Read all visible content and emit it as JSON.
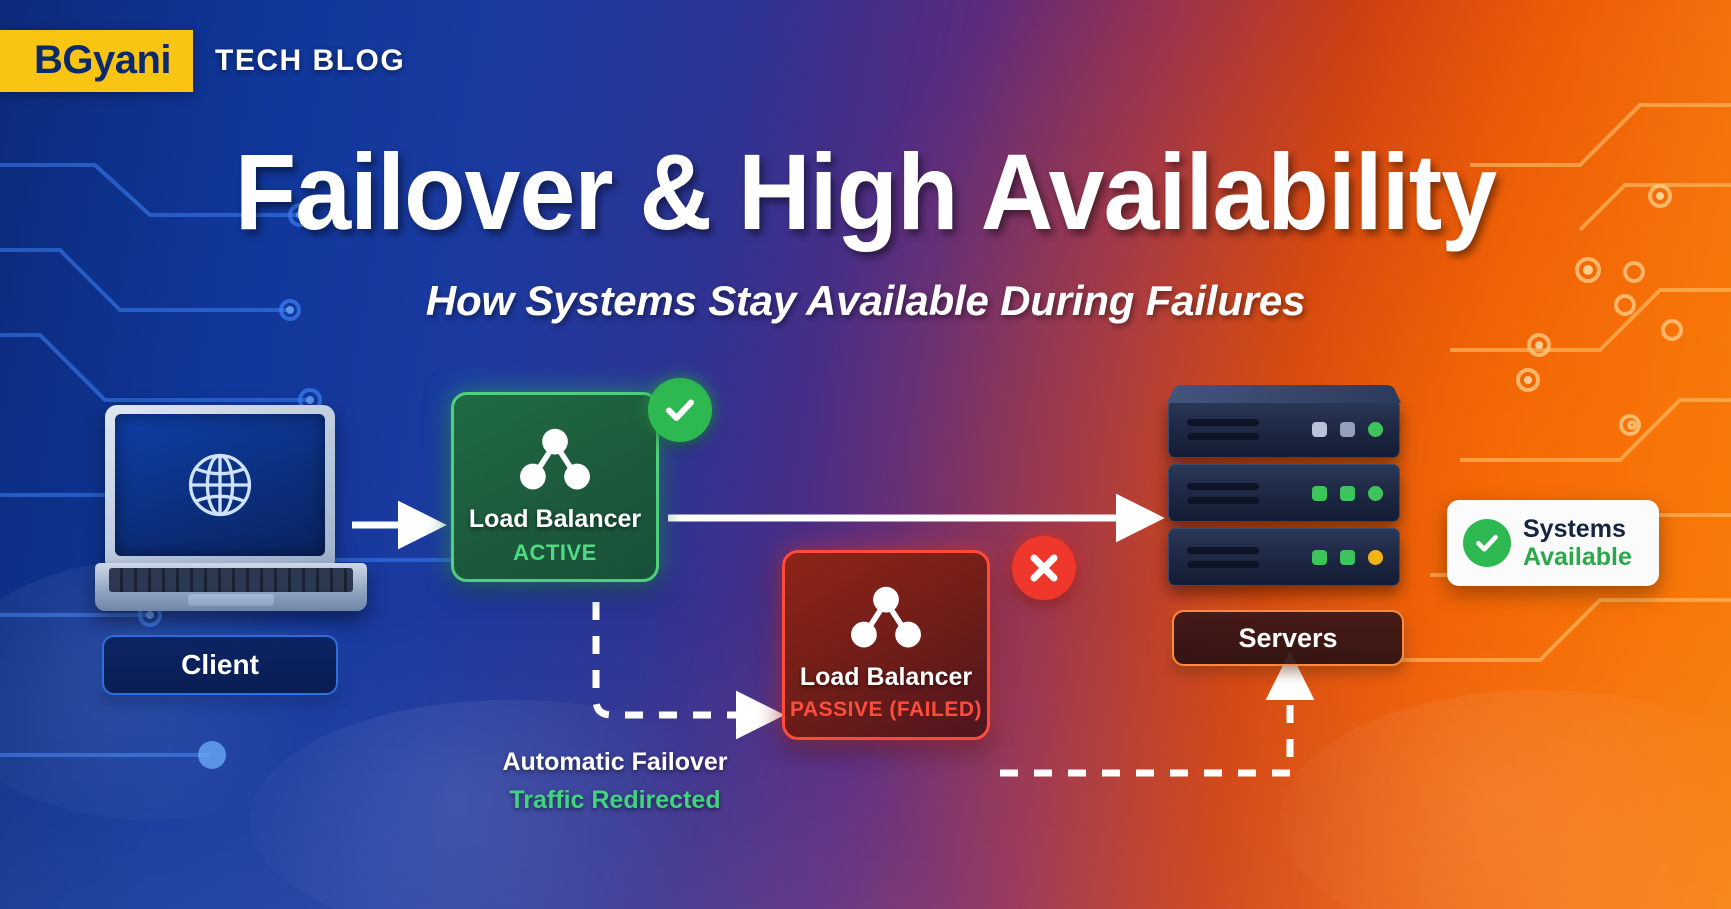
{
  "brand": {
    "badge_text": "BGyani",
    "tagline": "TECH BLOG",
    "badge_bg": "#f9c412",
    "badge_fg": "#0c2a6b"
  },
  "header": {
    "title": "Failover & High Availability",
    "subtitle": "How Systems Stay Available During Failures"
  },
  "client": {
    "label": "Client",
    "screen_icon": "globe-icon"
  },
  "load_balancers": [
    {
      "name": "Load Balancer",
      "state": "ACTIVE",
      "state_color": "#4ddc82",
      "badge_icon": "check-circle-icon",
      "icon": "network-node-icon"
    },
    {
      "name": "Load Balancer",
      "state": "PASSIVE (FAILED)",
      "state_color": "#ff4d3d",
      "badge_icon": "x-circle-icon",
      "icon": "network-node-icon"
    }
  ],
  "failover_caption": {
    "line1": "Automatic Failover",
    "line2": "Traffic Redirected",
    "line2_color": "#3fd47e"
  },
  "servers": {
    "label": "Servers",
    "units": [
      {
        "leds": [
          "#b9c4d8",
          "#93a1bd",
          "#3ec45c"
        ],
        "led_shapes": [
          "sq",
          "sq",
          "circle"
        ]
      },
      {
        "leds": [
          "#3ec45c",
          "#3ec45c",
          "#3ec45c"
        ],
        "led_shapes": [
          "sq",
          "sq",
          "circle"
        ]
      },
      {
        "leds": [
          "#3ec45c",
          "#3ec45c",
          "#f5b312"
        ],
        "led_shapes": [
          "sq",
          "sq",
          "circle"
        ]
      }
    ]
  },
  "status_card": {
    "line1": "Systems",
    "line2": "Available",
    "line1_color": "#17243f",
    "line2_color": "#2aa84a",
    "icon": "check-circle-icon"
  },
  "theme": {
    "bg_left": "#0b2a7a",
    "bg_right": "#f4820f",
    "accent_green": "#3fd47e",
    "accent_red": "#ff4d3d",
    "accent_amber": "#f9c412"
  }
}
